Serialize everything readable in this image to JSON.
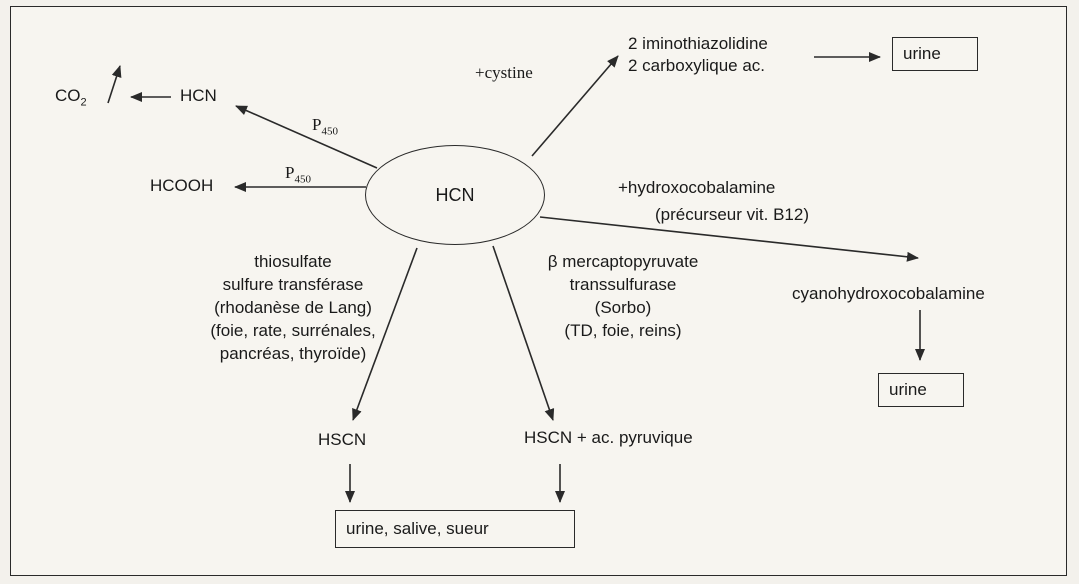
{
  "center": "HCN",
  "reaction_cystine": {
    "reagent": "+cystine",
    "product_line1": "2 iminothiazolidine",
    "product_line2": "2 carboxylique ac.",
    "excretion": "urine"
  },
  "reaction_p450_hcn": {
    "enzyme_base": "P",
    "enzyme_sub": "450",
    "product": "HCN",
    "final_base": "CO",
    "final_sub": "2"
  },
  "reaction_p450_hcooh": {
    "enzyme_base": "P",
    "enzyme_sub": "450",
    "product": "HCOOH"
  },
  "reaction_cobalamine": {
    "reagent": "+hydroxocobalamine",
    "reagent_note": "(précurseur vit. B12)",
    "product": "cyanohydroxocobalamine",
    "excretion": "urine"
  },
  "reaction_rhodanese": {
    "enzyme_lines": [
      "thiosulfate",
      "sulfure transférase",
      "(rhodanèse de Lang)",
      "(foie, rate, surrénales,",
      "pancréas, thyroïde)"
    ],
    "product": "HSCN"
  },
  "reaction_mercapto": {
    "enzyme_lines": [
      "β mercaptopyruvate",
      "transsulfurase",
      "(Sorbo)",
      "(TD, foie, reins)"
    ],
    "product": "HSCN + ac. pyruvique"
  },
  "common_excretion": "urine, salive, sueur"
}
